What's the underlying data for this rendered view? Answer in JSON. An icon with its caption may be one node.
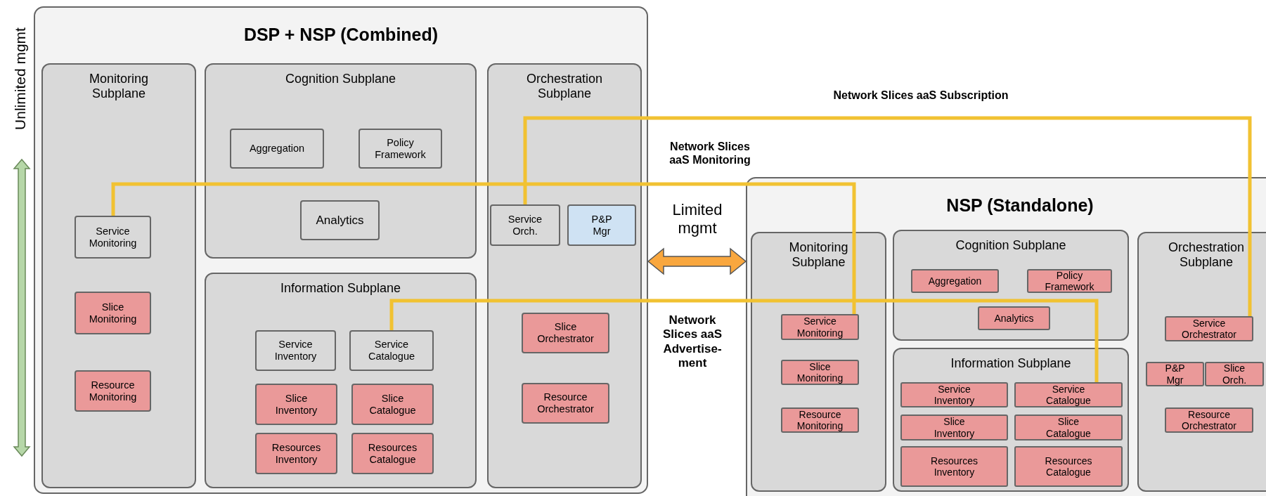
{
  "diagram": {
    "nodes": [
      {
        "text": [
          "DSP + NSP (Combined)"
        ]
      },
      {
        "text": [
          "Monitoring Subplane"
        ],
        "in": 0
      },
      {
        "text": [
          "Service Monitoring"
        ],
        "in": 1
      },
      {
        "text": [
          "Slice Monitoring"
        ],
        "in": 1
      },
      {
        "text": [
          "Resource Monitoring"
        ],
        "in": 1
      },
      {
        "text": [
          "Cognition Subplane"
        ],
        "in": 0
      },
      {
        "text": [
          "Aggregation"
        ],
        "in": 5
      },
      {
        "text": [
          "Policy Framework"
        ],
        "in": 5
      },
      {
        "text": [
          "Analytics"
        ],
        "in": 5
      },
      {
        "text": [
          "Information Subplane"
        ],
        "in": 0
      },
      {
        "text": [
          "Service Inventory"
        ],
        "in": 9
      },
      {
        "text": [
          "Service Catalogue"
        ],
        "in": 9
      },
      {
        "text": [
          "Slice Inventory"
        ],
        "in": 9
      },
      {
        "text": [
          "Slice Catalogue"
        ],
        "in": 9
      },
      {
        "text": [
          "Resources Inventory"
        ],
        "in": 9
      },
      {
        "text": [
          "Resources Catalogue"
        ],
        "in": 9
      },
      {
        "text": [
          "Orchestration Subplane"
        ],
        "in": 0
      },
      {
        "text": [
          "Service Orch."
        ],
        "in": 16
      },
      {
        "text": [
          "P&P Mgr"
        ],
        "in": 16
      },
      {
        "text": [
          "Slice Orchestrator"
        ],
        "in": 16
      },
      {
        "text": [
          "Resource Orchestrator"
        ],
        "in": 16
      },
      {
        "text": [
          "NSP (Standalone)"
        ]
      },
      {
        "text": [
          "Monitoring Subplane"
        ],
        "in": 21
      },
      {
        "text": [
          "Service Monitoring"
        ],
        "in": 22
      },
      {
        "text": [
          "Slice Monitoring"
        ],
        "in": 22
      },
      {
        "text": [
          "Resource Monitoring"
        ],
        "in": 22
      },
      {
        "text": [
          "Cognition Subplane"
        ],
        "in": 21
      },
      {
        "text": [
          "Aggregation"
        ],
        "in": 26
      },
      {
        "text": [
          "Policy Framework"
        ],
        "in": 26
      },
      {
        "text": [
          "Analytics"
        ],
        "in": 26
      },
      {
        "text": [
          "Information Subplane"
        ],
        "in": 21
      },
      {
        "text": [
          "Service Inventory"
        ],
        "in": 30
      },
      {
        "text": [
          "Service Catalogue"
        ],
        "in": 30
      },
      {
        "text": [
          "Slice Inventory"
        ],
        "in": 30
      },
      {
        "text": [
          "Slice Catalogue"
        ],
        "in": 30
      },
      {
        "text": [
          "Resources Inventory"
        ],
        "in": 30
      },
      {
        "text": [
          "Resources Catalogue"
        ],
        "in": 30
      },
      {
        "text": [
          "Orchestration Subplane"
        ],
        "in": 21
      },
      {
        "text": [
          "Service Orchestrator"
        ],
        "in": 37
      },
      {
        "text": [
          "P&P Mgr"
        ],
        "in": 37
      },
      {
        "text": [
          "Slice Orch."
        ],
        "in": 37
      },
      {
        "text": [
          "Resource Orchestrator"
        ],
        "in": 37
      }
    ],
    "edges": [
      {
        "from": 0,
        "to": 21,
        "arrow": "both",
        "label": "Limited mgmt",
        "style": "thick",
        "color": "#f9a73e"
      },
      {
        "from": 17,
        "to": 38,
        "arrow": "none",
        "label": "Network Slices aaS Subscription"
      },
      {
        "from": 2,
        "to": 23,
        "arrow": "none",
        "label": "Network Slices aaS Monitoring"
      },
      {
        "from": 11,
        "to": 32,
        "arrow": "none",
        "label": "Network Slices aaS Advertise- ment"
      }
    ],
    "labels": [
      "Unlimited mgmt"
    ]
  }
}
